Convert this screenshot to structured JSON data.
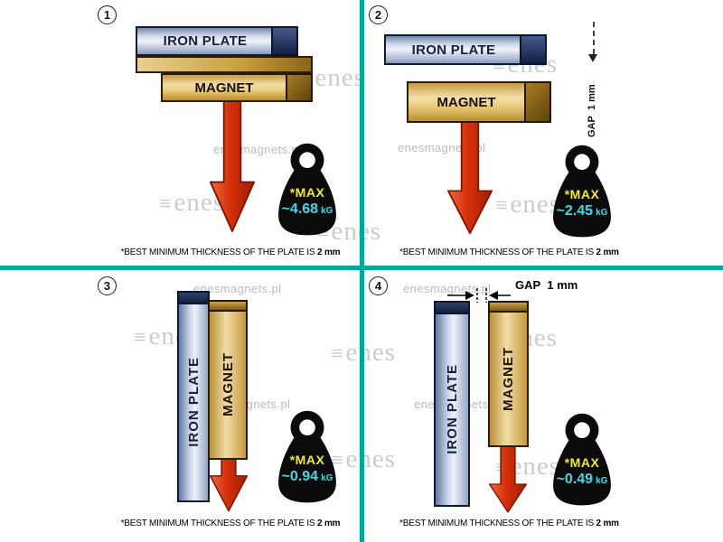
{
  "panels": [
    {
      "number": "1",
      "plate_label": "IRON PLATE",
      "magnet_label": "MAGNET",
      "max_label": "*MAX",
      "value": "~4.68",
      "unit": "kG",
      "caption_text": "*BEST MINIMUM THICKNESS OF THE PLATE IS",
      "caption_bold": "2 mm"
    },
    {
      "number": "2",
      "plate_label": "IRON PLATE",
      "magnet_label": "MAGNET",
      "max_label": "*MAX",
      "value": "~2.45",
      "unit": "kG",
      "gap_label": "GAP",
      "gap_value": "1 mm",
      "caption_text": "*BEST MINIMUM THICKNESS OF THE PLATE IS",
      "caption_bold": "2 mm"
    },
    {
      "number": "3",
      "plate_label": "IRON PLATE",
      "magnet_label": "MAGNET",
      "max_label": "*MAX",
      "value": "~0.94",
      "unit": "kG",
      "caption_text": "*BEST MINIMUM THICKNESS OF THE PLATE IS",
      "caption_bold": "2 mm"
    },
    {
      "number": "4",
      "plate_label": "IRON PLATE",
      "magnet_label": "MAGNET",
      "max_label": "*MAX",
      "value": "~0.49",
      "unit": "kG",
      "gap_label": "GAP",
      "gap_value": "1 mm",
      "caption_text": "*BEST MINIMUM THICKNESS OF THE PLATE IS",
      "caption_bold": "2 mm"
    }
  ],
  "watermark": {
    "logo": "enes",
    "site": "enesmagnets.pl"
  },
  "colors": {
    "divider": "#00A79B",
    "max": "#F2E83C",
    "value": "#3FD9E6",
    "arrow": "#D62F0C"
  }
}
